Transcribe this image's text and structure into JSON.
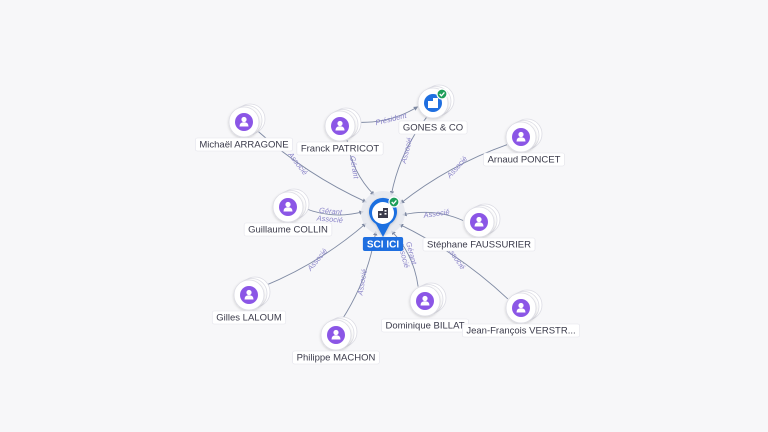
{
  "center": {
    "name": "SCI ICI",
    "icon": "building-icon",
    "verified": true
  },
  "company_nodes": [
    {
      "id": "gones",
      "name": "GONES & CO",
      "icon": "building-icon",
      "verified": true
    }
  ],
  "person_nodes": [
    {
      "id": "michael",
      "name": "Michaël ARRAGONE",
      "icon": "person-icon"
    },
    {
      "id": "franck",
      "name": "Franck PATRICOT",
      "icon": "person-icon"
    },
    {
      "id": "arnaud",
      "name": "Arnaud PONCET",
      "icon": "person-icon"
    },
    {
      "id": "guillaume",
      "name": "Guillaume COLLIN",
      "icon": "person-icon"
    },
    {
      "id": "stephane",
      "name": "Stéphane FAUSSURIER",
      "icon": "person-icon"
    },
    {
      "id": "gilles",
      "name": "Gilles LALOUM",
      "icon": "person-icon"
    },
    {
      "id": "philippe",
      "name": "Philippe MACHON",
      "icon": "person-icon"
    },
    {
      "id": "dominique",
      "name": "Dominique BILLAT",
      "icon": "person-icon"
    },
    {
      "id": "jeanfrancois",
      "name": "Jean-François VERSTR...",
      "icon": "person-icon"
    }
  ],
  "edges": [
    {
      "from": "franck",
      "to": "gones",
      "labels": [
        "Président"
      ]
    },
    {
      "from": "michael",
      "to": "center",
      "labels": [
        "Associé"
      ]
    },
    {
      "from": "franck",
      "to": "center",
      "labels": [
        "Gérant"
      ]
    },
    {
      "from": "gones",
      "to": "center",
      "labels": [
        "Associé"
      ]
    },
    {
      "from": "arnaud",
      "to": "center",
      "labels": [
        "Associé"
      ]
    },
    {
      "from": "guillaume",
      "to": "center",
      "labels": [
        "Gérant",
        "Associé"
      ]
    },
    {
      "from": "stephane",
      "to": "center",
      "labels": [
        "Associé"
      ]
    },
    {
      "from": "gilles",
      "to": "center",
      "labels": [
        "Associé"
      ]
    },
    {
      "from": "philippe",
      "to": "center",
      "labels": [
        "Associé"
      ]
    },
    {
      "from": "dominique",
      "to": "center",
      "labels": [
        "Gérant",
        "Associé"
      ]
    },
    {
      "from": "jeanfrancois",
      "to": "center",
      "labels": [
        "Associé"
      ]
    }
  ],
  "colors": {
    "person": "#8b56e6",
    "company": "#1f6fe0",
    "verified": "#1e9e5a",
    "edge": "#7f8aa3",
    "edge_label": "#8a84c9"
  }
}
